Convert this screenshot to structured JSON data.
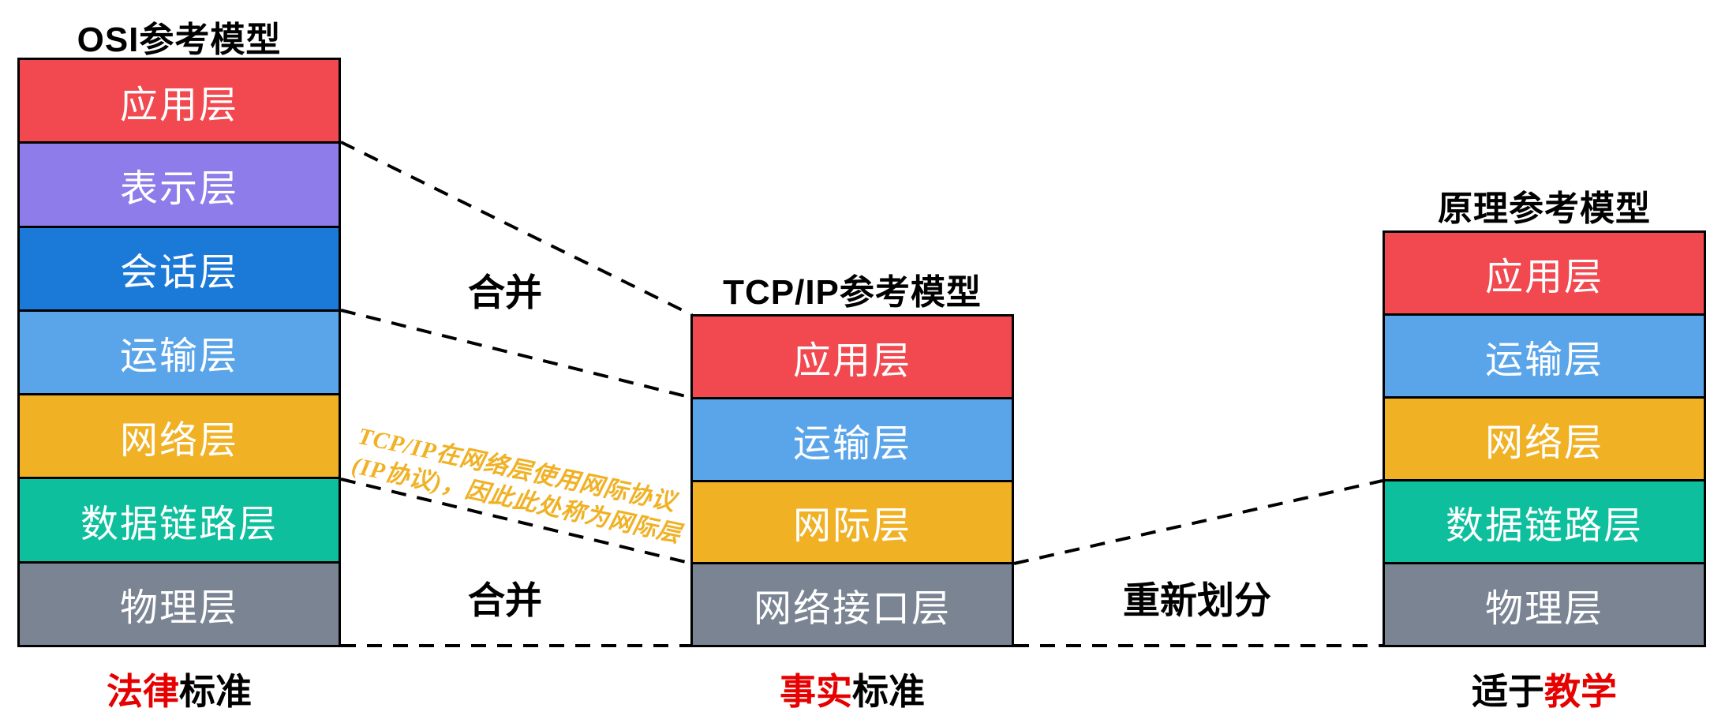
{
  "models": [
    {
      "title": "OSI参考模型",
      "layers": [
        {
          "name": "应用层",
          "color": "#f2484f"
        },
        {
          "name": "表示层",
          "color": "#8d7ce9"
        },
        {
          "name": "会话层",
          "color": "#1b79d8"
        },
        {
          "name": "运输层",
          "color": "#5aa5ea"
        },
        {
          "name": "网络层",
          "color": "#f0b125"
        },
        {
          "name": "数据链路层",
          "color": "#0dbf9c"
        },
        {
          "name": "物理层",
          "color": "#7a8493"
        }
      ],
      "caption": [
        {
          "text": "法律",
          "color": "#e60000"
        },
        {
          "text": "标准",
          "color": "#000000"
        }
      ]
    },
    {
      "title": "TCP/IP参考模型",
      "layers": [
        {
          "name": "应用层",
          "color": "#f2484f"
        },
        {
          "name": "运输层",
          "color": "#5aa5ea"
        },
        {
          "name": "网际层",
          "color": "#f0b125"
        },
        {
          "name": "网络接口层",
          "color": "#7a8493"
        }
      ],
      "caption": [
        {
          "text": "事实",
          "color": "#e60000"
        },
        {
          "text": "标准",
          "color": "#000000"
        }
      ]
    },
    {
      "title": "原理参考模型",
      "layers": [
        {
          "name": "应用层",
          "color": "#f2484f"
        },
        {
          "name": "运输层",
          "color": "#5aa5ea"
        },
        {
          "name": "网络层",
          "color": "#f0b125"
        },
        {
          "name": "数据链路层",
          "color": "#0dbf9c"
        },
        {
          "name": "物理层",
          "color": "#7a8493"
        }
      ],
      "caption": [
        {
          "text": "适于",
          "color": "#000000"
        },
        {
          "text": "教学",
          "color": "#e60000"
        }
      ]
    }
  ],
  "annotations": {
    "merge_top": "合并",
    "merge_bottom": "合并",
    "redivide": "重新划分",
    "ip_note": {
      "line1": "TCP/IP在网络层使用网际协议",
      "line2": "(IP协议)，因此此处称为网际层",
      "color": "#f0b125"
    }
  }
}
